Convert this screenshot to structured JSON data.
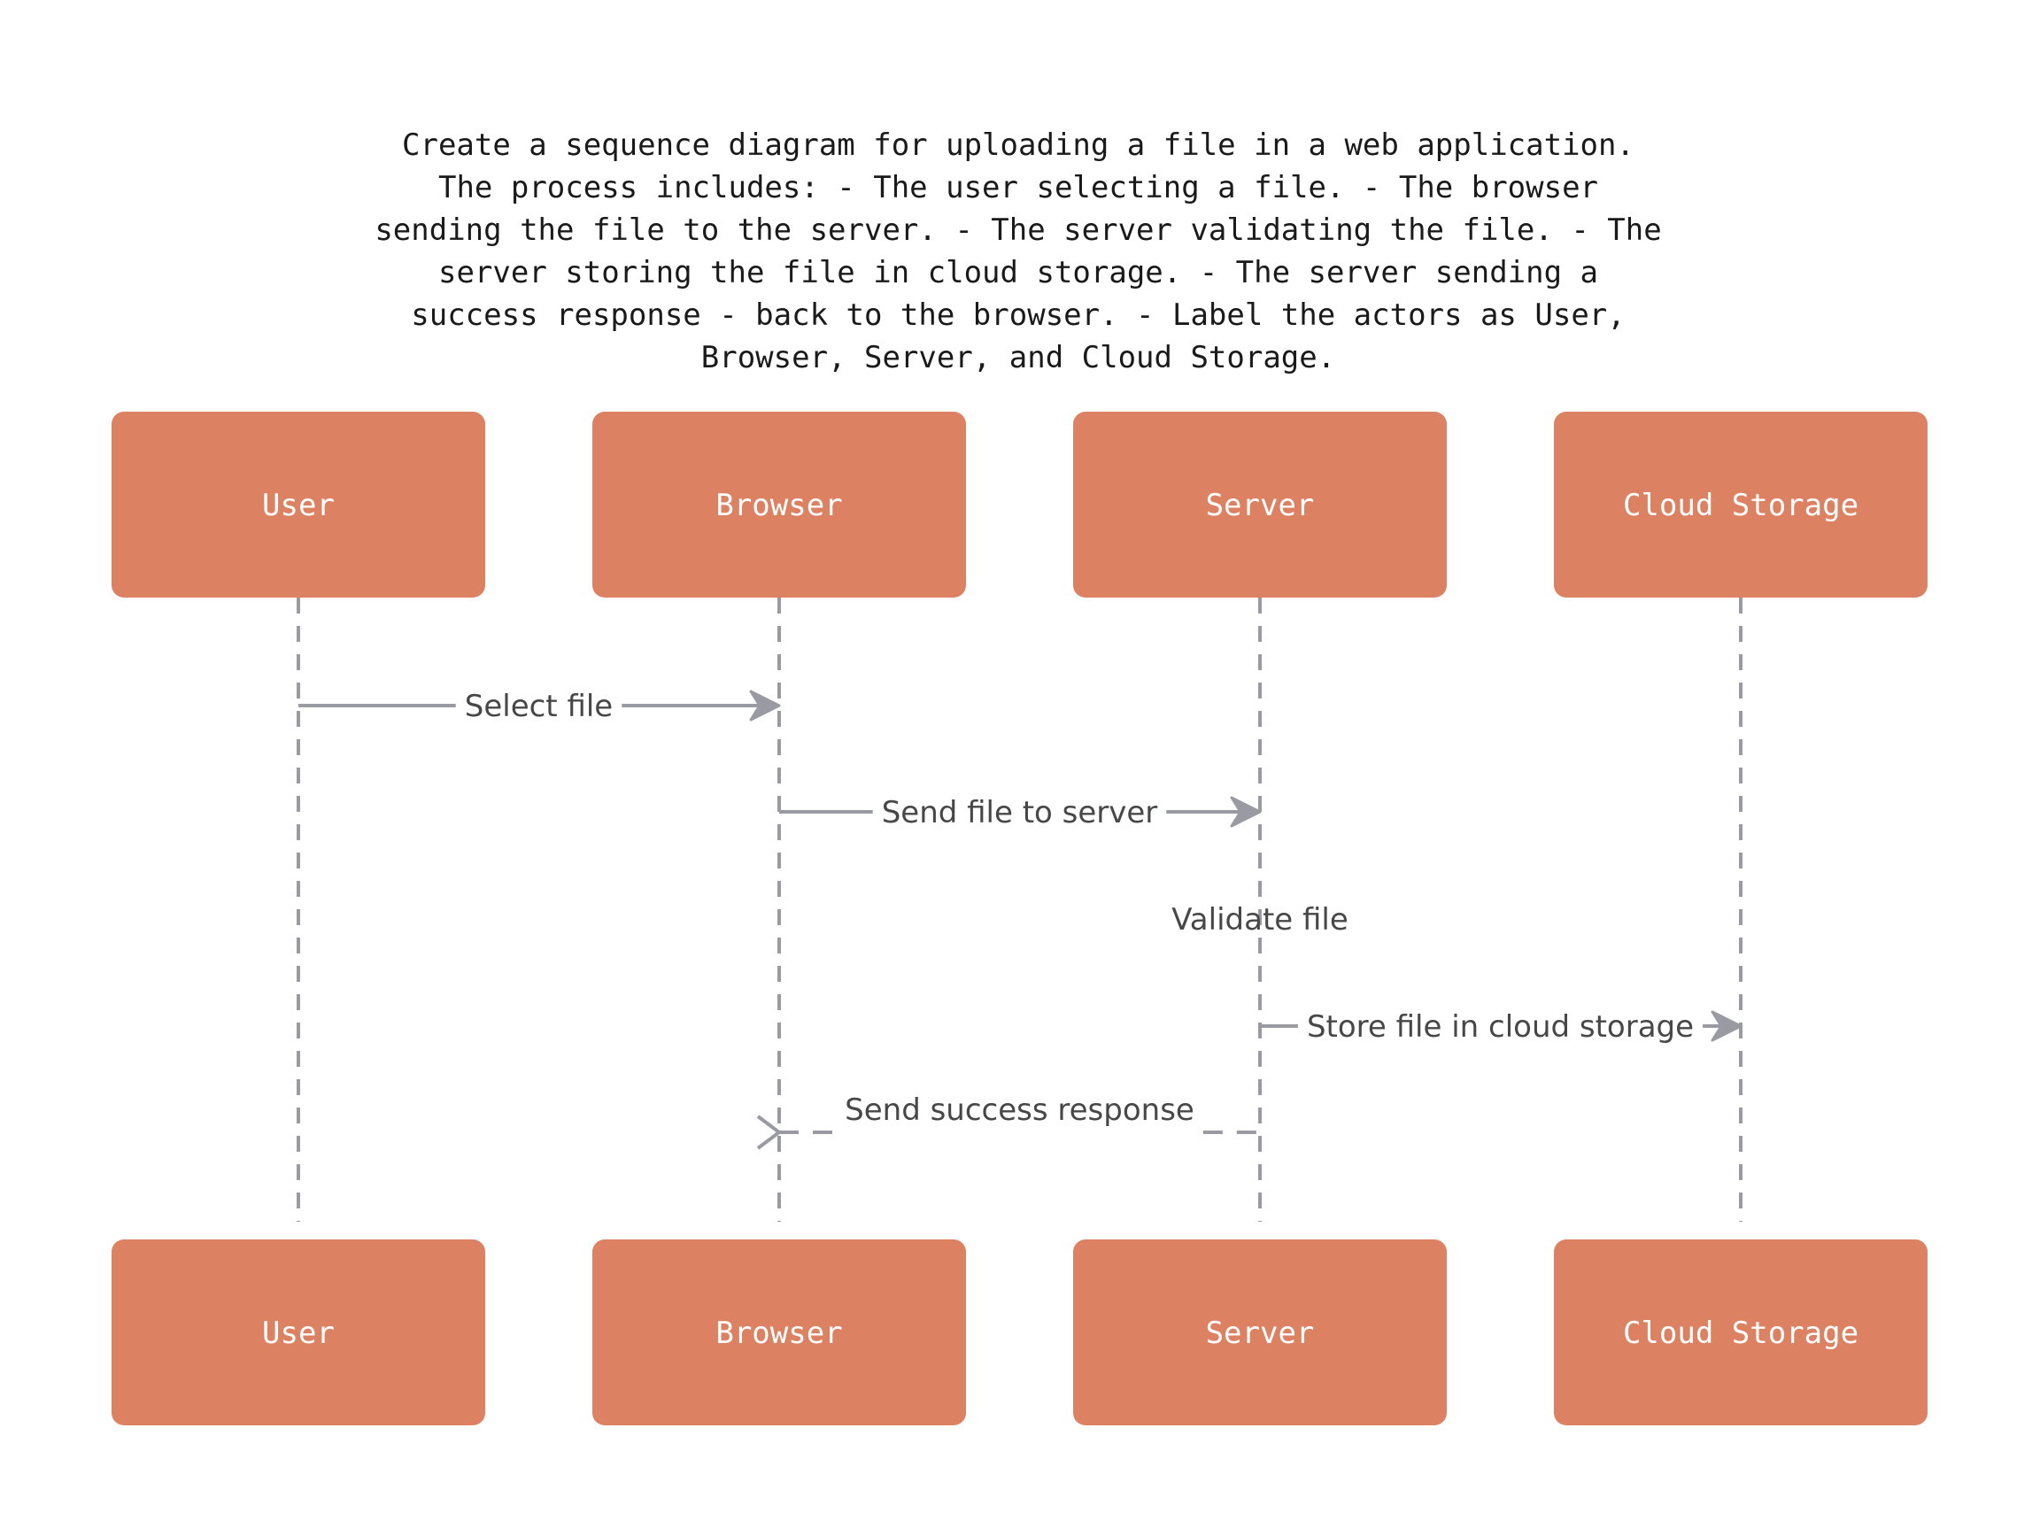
{
  "caption": "Create a sequence diagram for uploading a file in a web application.\nThe process includes: - The user selecting a file. - The browser\nsending the file to the server. - The server validating the file. - The\nserver storing the file in cloud storage. - The server sending a\nsuccess response - back to the browser. - Label the actors as User,\nBrowser, Server, and Cloud Storage.",
  "colors": {
    "actor_fill": "#DC8262",
    "actor_text": "#FFFFFF",
    "line": "#9A9AA2",
    "message_text": "#474747"
  },
  "actors": [
    {
      "id": "user",
      "label": "User"
    },
    {
      "id": "browser",
      "label": "Browser"
    },
    {
      "id": "server",
      "label": "Server"
    },
    {
      "id": "cloud",
      "label": "Cloud Storage"
    }
  ],
  "messages": [
    {
      "from": "user",
      "to": "browser",
      "label": "Select file",
      "style": "solid"
    },
    {
      "from": "browser",
      "to": "server",
      "label": "Send file to server",
      "style": "solid"
    },
    {
      "from": "server",
      "to": "server",
      "label": "Validate file",
      "style": "note"
    },
    {
      "from": "server",
      "to": "cloud",
      "label": "Store file in cloud storage",
      "style": "solid"
    },
    {
      "from": "server",
      "to": "browser",
      "label": "Send success response",
      "style": "dashed"
    }
  ]
}
